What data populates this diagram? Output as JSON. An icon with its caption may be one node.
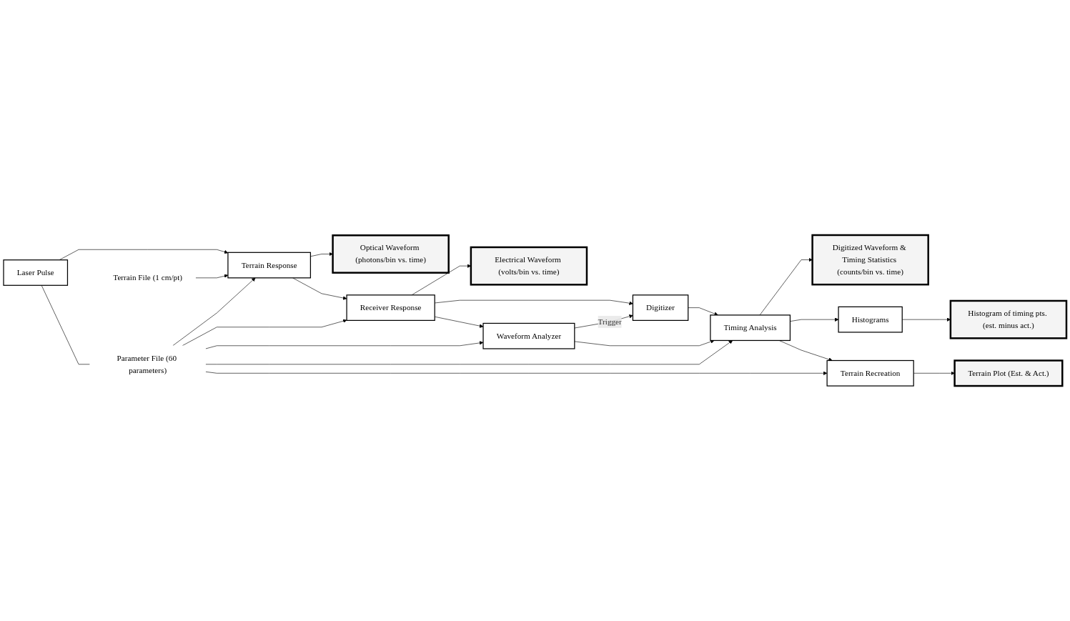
{
  "diagram": {
    "nodes": [
      {
        "text": [
          "Laser Pulse"
        ]
      },
      {
        "text": [
          "Terrain File (1 cm/pt)"
        ]
      },
      {
        "text": [
          "Terrain Response"
        ]
      },
      {
        "text": [
          "Optical Waveform (photons/bin vs. time)"
        ]
      },
      {
        "text": [
          "Receiver Response"
        ]
      },
      {
        "text": [
          "Electrical Waveform (volts/bin vs. time)"
        ]
      },
      {
        "text": [
          "Digitizer"
        ]
      },
      {
        "text": [
          "Waveform Analyzer"
        ]
      },
      {
        "text": [
          "Timing Analysis"
        ]
      },
      {
        "text": [
          "Digitized Waveform & Timing Statistics (counts/bin vs. time)"
        ]
      },
      {
        "text": [
          "Histograms"
        ]
      },
      {
        "text": [
          "Histogram of timing pts. (est. minus act.)"
        ]
      },
      {
        "text": [
          "Terrain Recreation"
        ]
      },
      {
        "text": [
          "Terrain Plot (Est. & Act.)"
        ]
      },
      {
        "text": [
          "Parameter File (60 parameters)"
        ]
      }
    ],
    "edges": [
      {
        "from": 0,
        "to": 2,
        "arrow": "to"
      },
      {
        "from": 1,
        "to": 2,
        "arrow": "to"
      },
      {
        "from": 2,
        "to": 3,
        "arrow": "to"
      },
      {
        "from": 2,
        "to": 4,
        "arrow": "to"
      },
      {
        "from": 4,
        "to": 5,
        "arrow": "to"
      },
      {
        "from": 4,
        "to": 6,
        "arrow": "to"
      },
      {
        "from": 4,
        "to": 7,
        "arrow": "to"
      },
      {
        "from": 7,
        "to": 6,
        "label": "Trigger",
        "arrow": "to"
      },
      {
        "from": 6,
        "to": 8,
        "arrow": "to"
      },
      {
        "from": 7,
        "to": 8,
        "arrow": "to"
      },
      {
        "from": 8,
        "to": 9,
        "arrow": "to"
      },
      {
        "from": 8,
        "to": 10,
        "arrow": "to"
      },
      {
        "from": 8,
        "to": 12,
        "arrow": "to"
      },
      {
        "from": 10,
        "to": 11,
        "arrow": "to"
      },
      {
        "from": 12,
        "to": 13,
        "arrow": "to"
      },
      {
        "from": 0,
        "to": 14,
        "arrow": "none"
      },
      {
        "from": 14,
        "to": 2,
        "arrow": "to"
      },
      {
        "from": 14,
        "to": 4,
        "arrow": "to"
      },
      {
        "from": 14,
        "to": 7,
        "arrow": "to"
      },
      {
        "from": 14,
        "to": 8,
        "arrow": "to"
      },
      {
        "from": 14,
        "to": 12,
        "arrow": "to"
      }
    ]
  }
}
